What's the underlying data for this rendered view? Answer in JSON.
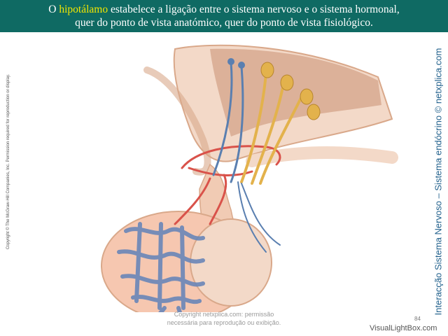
{
  "banner": {
    "prefix": "O ",
    "highlight": "hipotálamo",
    "line1_rest": " estabelece a ligação entre o sistema nervoso e o sistema hormonal,",
    "line2": "quer do ponto de vista anatómico, quer do ponto de vista fisiológico."
  },
  "side_title": "Interacção Sistema Nervoso – Sistema endócrino © netxplica.com",
  "copyright": "Copyright © The McGraw-Hill Companies, Inc. Permission required for reproduction or display.",
  "watermark": {
    "line1": "Copyright netxplica.com: permissão",
    "line2": "necessária para reprodução ou exibição."
  },
  "page_number": "84",
  "brand": "VisualLightBox.com",
  "colors": {
    "banner_bg": "#0f6a63",
    "highlight": "#f2e600",
    "side_title": "#1f5f8b",
    "tissue": "#f3d9c8",
    "tissue_dark": "#d9a88a",
    "axon_blue": "#5a7fb0",
    "axon_yellow": "#e3b24c",
    "vessel_red": "#d9524a",
    "vessel_blue": "#6a86b8"
  }
}
